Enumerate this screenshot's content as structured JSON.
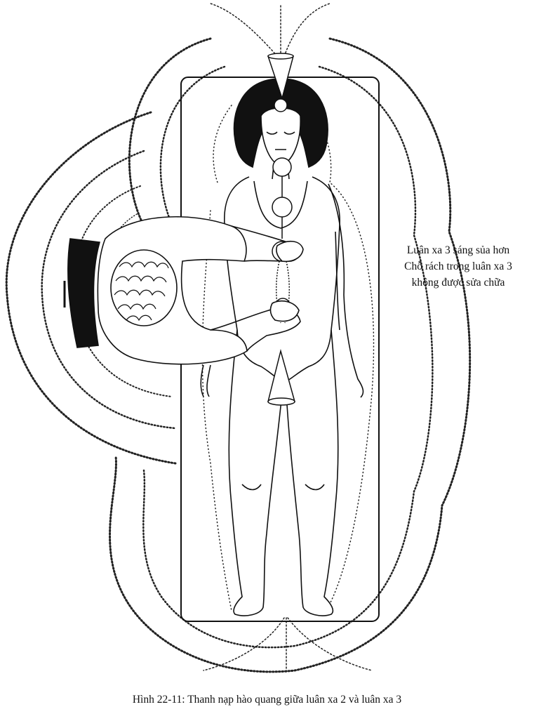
{
  "annotation": {
    "line1": "Luân xa 3 sáng sủa hơn",
    "line2": "Chỗ rách trong luân xa 3",
    "line3": "không được sửa chữa"
  },
  "caption": "Hình 22-11: Thanh nạp hào quang giữa luân xa 2 và luân xa 3",
  "colors": {
    "ink": "#111111",
    "paper": "#ffffff"
  }
}
